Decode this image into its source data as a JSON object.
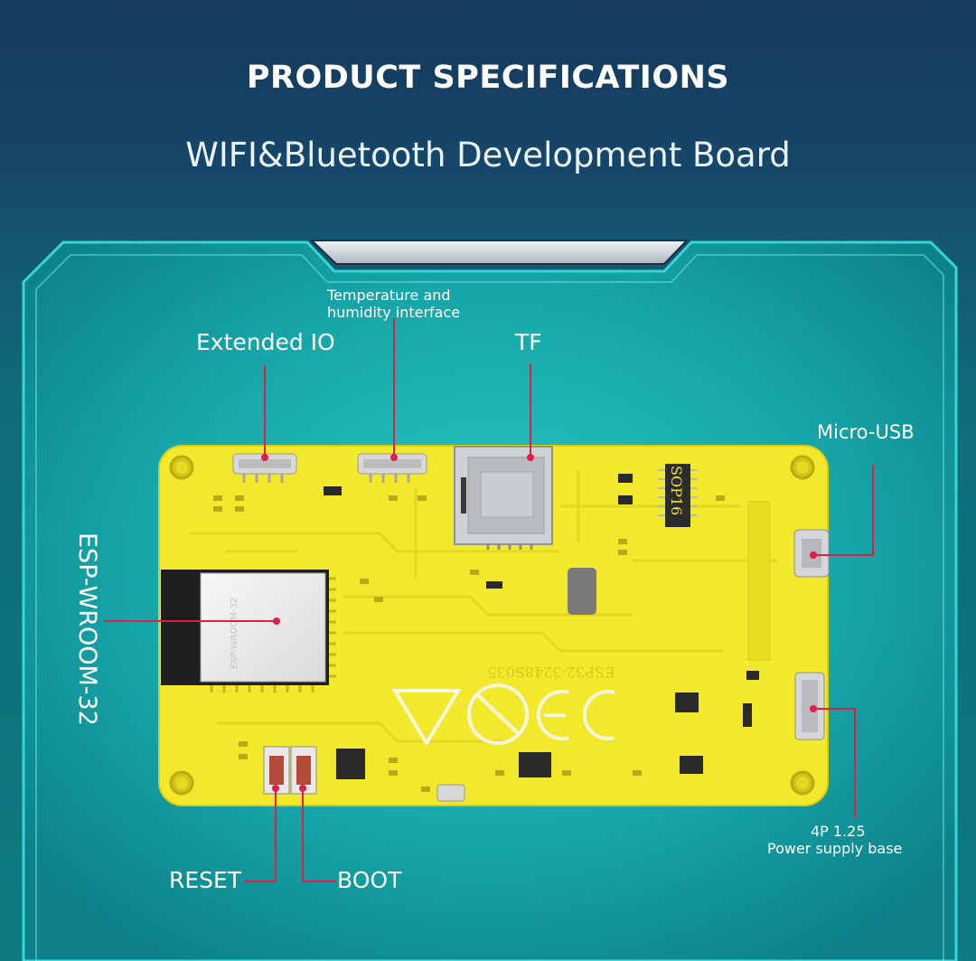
{
  "header": {
    "title": "PRODUCT SPECIFICATIONS",
    "subtitle": "WIFI&Bluetooth Development Board"
  },
  "callouts": {
    "temp_humidity": "Temperature and\nhumidity interface",
    "extended_io": "Extended IO",
    "tf": "TF",
    "micro_usb": "Micro-USB",
    "esp_module": "ESP-WROOM-32",
    "power_base_line1": "4P 1.25",
    "power_base_line2": "Power supply base",
    "reset": "RESET",
    "boot": "BOOT"
  },
  "board_print": {
    "chip_label": "SOP16",
    "silkscreen": "ESP32-3248S035",
    "module_print": "ESP-WROOM-32"
  },
  "colors": {
    "board": "#f2e82c",
    "panel": "#14a3a6",
    "leader": "#e11d48",
    "text": "#ffffff"
  }
}
